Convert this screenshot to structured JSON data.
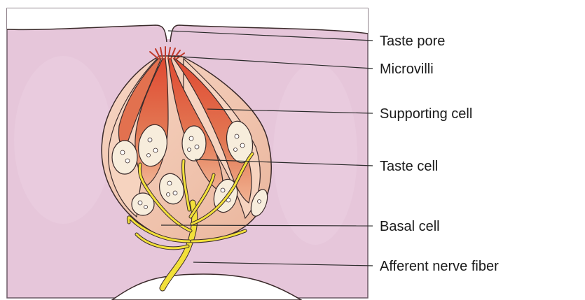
{
  "labels": {
    "taste_pore": "Taste pore",
    "microvilli": "Microvilli",
    "supporting_cell": "Supporting cell",
    "taste_cell": "Taste cell",
    "basal_cell": "Basal cell",
    "afferent_nerve_fiber": "Afferent nerve fiber"
  },
  "colors": {
    "epithelium": "#e8c9dc",
    "bud_fill": "#f3cdb8",
    "taste_cell_red": "#d6553a",
    "nucleus": "#f6ecd8",
    "nerve": "#f2e03a",
    "outline": "#3a2a2a"
  }
}
